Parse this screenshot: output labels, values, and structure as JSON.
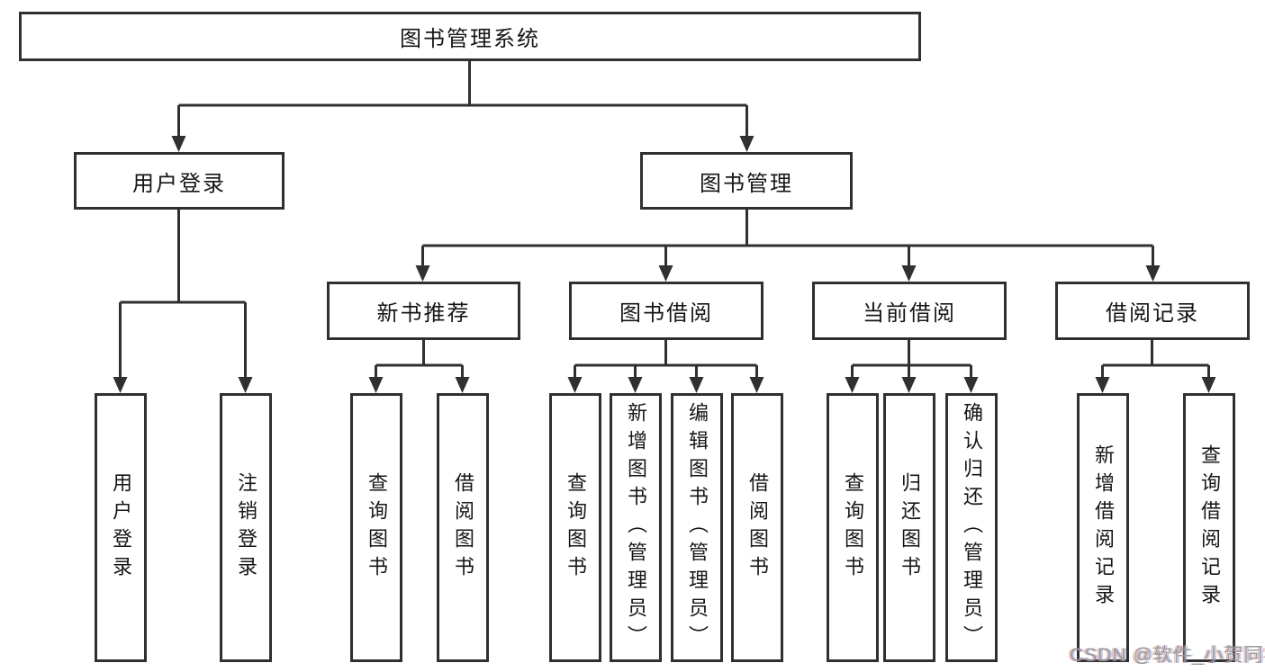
{
  "diagram_title": "图书管理系统",
  "tree": {
    "label": "图书管理系统",
    "children": [
      {
        "label": "用户登录",
        "children": [
          {
            "label": "用户登录"
          },
          {
            "label": "注销登录"
          }
        ]
      },
      {
        "label": "图书管理",
        "children": [
          {
            "label": "新书推荐",
            "children": [
              {
                "label": "查询图书"
              },
              {
                "label": "借阅图书"
              }
            ]
          },
          {
            "label": "图书借阅",
            "children": [
              {
                "label": "查询图书"
              },
              {
                "label": "新增图书（管理员）"
              },
              {
                "label": "编辑图书（管理员）"
              },
              {
                "label": "借阅图书"
              }
            ]
          },
          {
            "label": "当前借阅",
            "children": [
              {
                "label": "查询图书"
              },
              {
                "label": "归还图书"
              },
              {
                "label": "确认归还（管理员）"
              }
            ]
          },
          {
            "label": "借阅记录",
            "children": [
              {
                "label": "新增借阅记录"
              },
              {
                "label": "查询借阅记录"
              }
            ]
          }
        ]
      }
    ]
  },
  "watermark": {
    "text": "CSDN @软件_小贺同学"
  },
  "colors": {
    "background": "#ffffff",
    "line": "#303030",
    "text": "#161616",
    "watermark": "#9a9a9a"
  }
}
